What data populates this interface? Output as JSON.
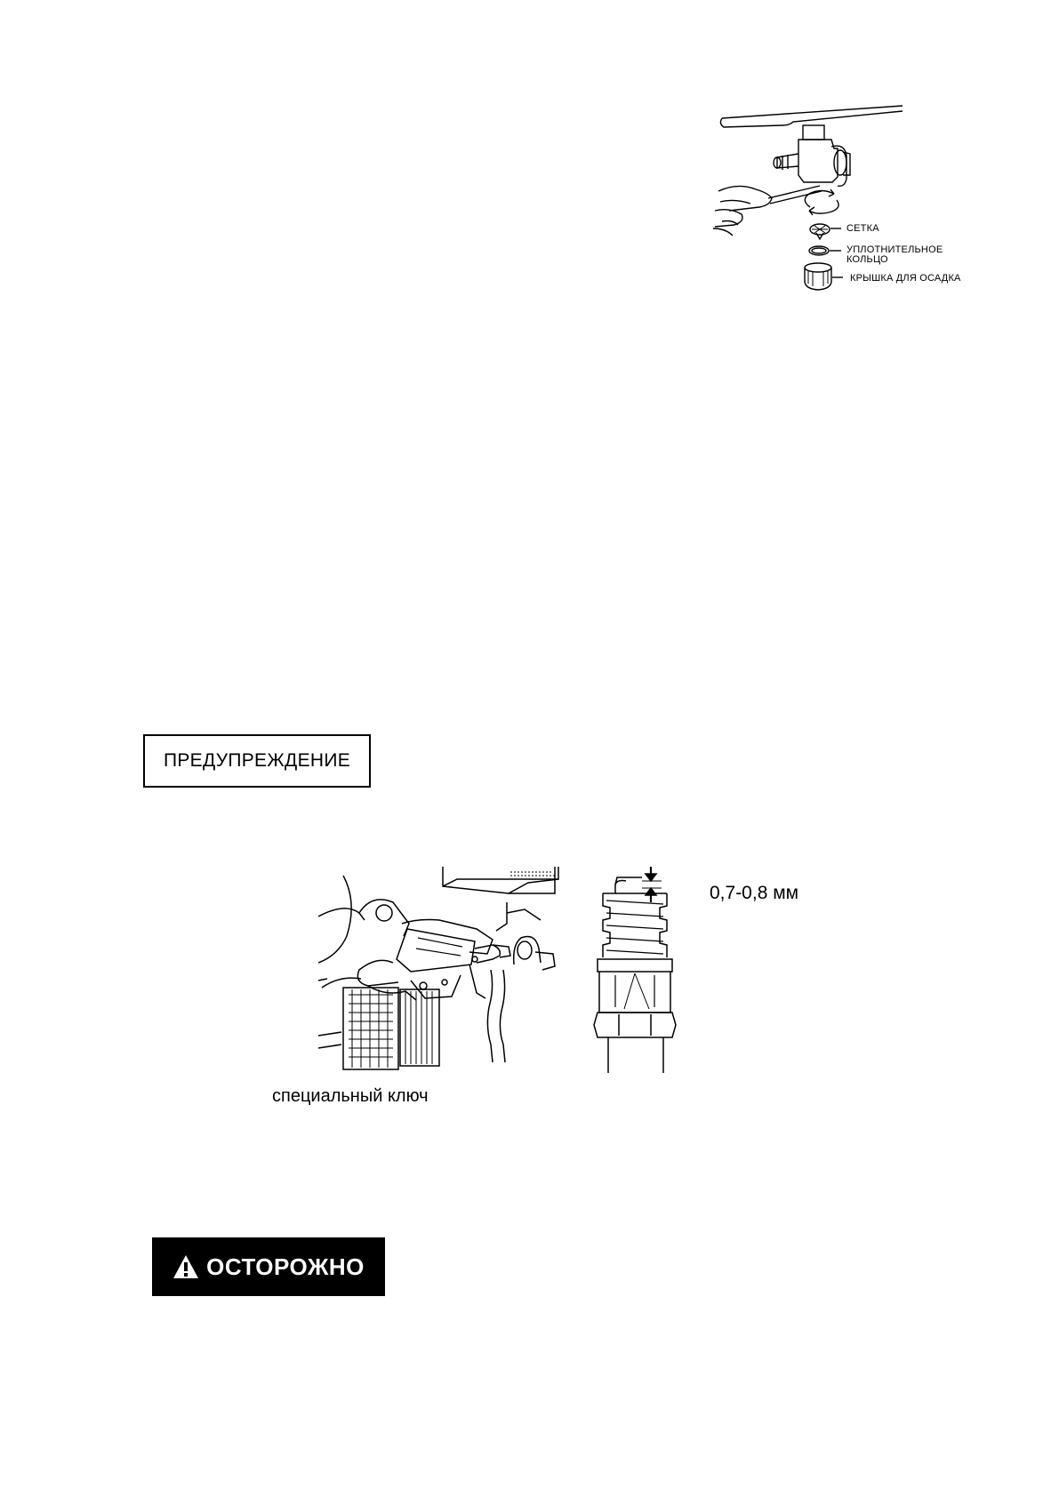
{
  "figure_fuel": {
    "labels": {
      "screen": "СЕТКА",
      "oring_line1": "УПЛОТНИТЕЛЬНОЕ",
      "oring_line2": "КОЛЬЦО",
      "cup": "КРЫШКА ДЛЯ ОСАДКА"
    }
  },
  "warning": {
    "label": "ПРЕДУПРЕЖДЕНИЕ"
  },
  "figure_plug": {
    "gap_label": "0,7-0,8 мм",
    "wrench_label": "специальный ключ"
  },
  "caution": {
    "label": "ОСТОРОЖНО",
    "icon": "warning-triangle-icon"
  }
}
